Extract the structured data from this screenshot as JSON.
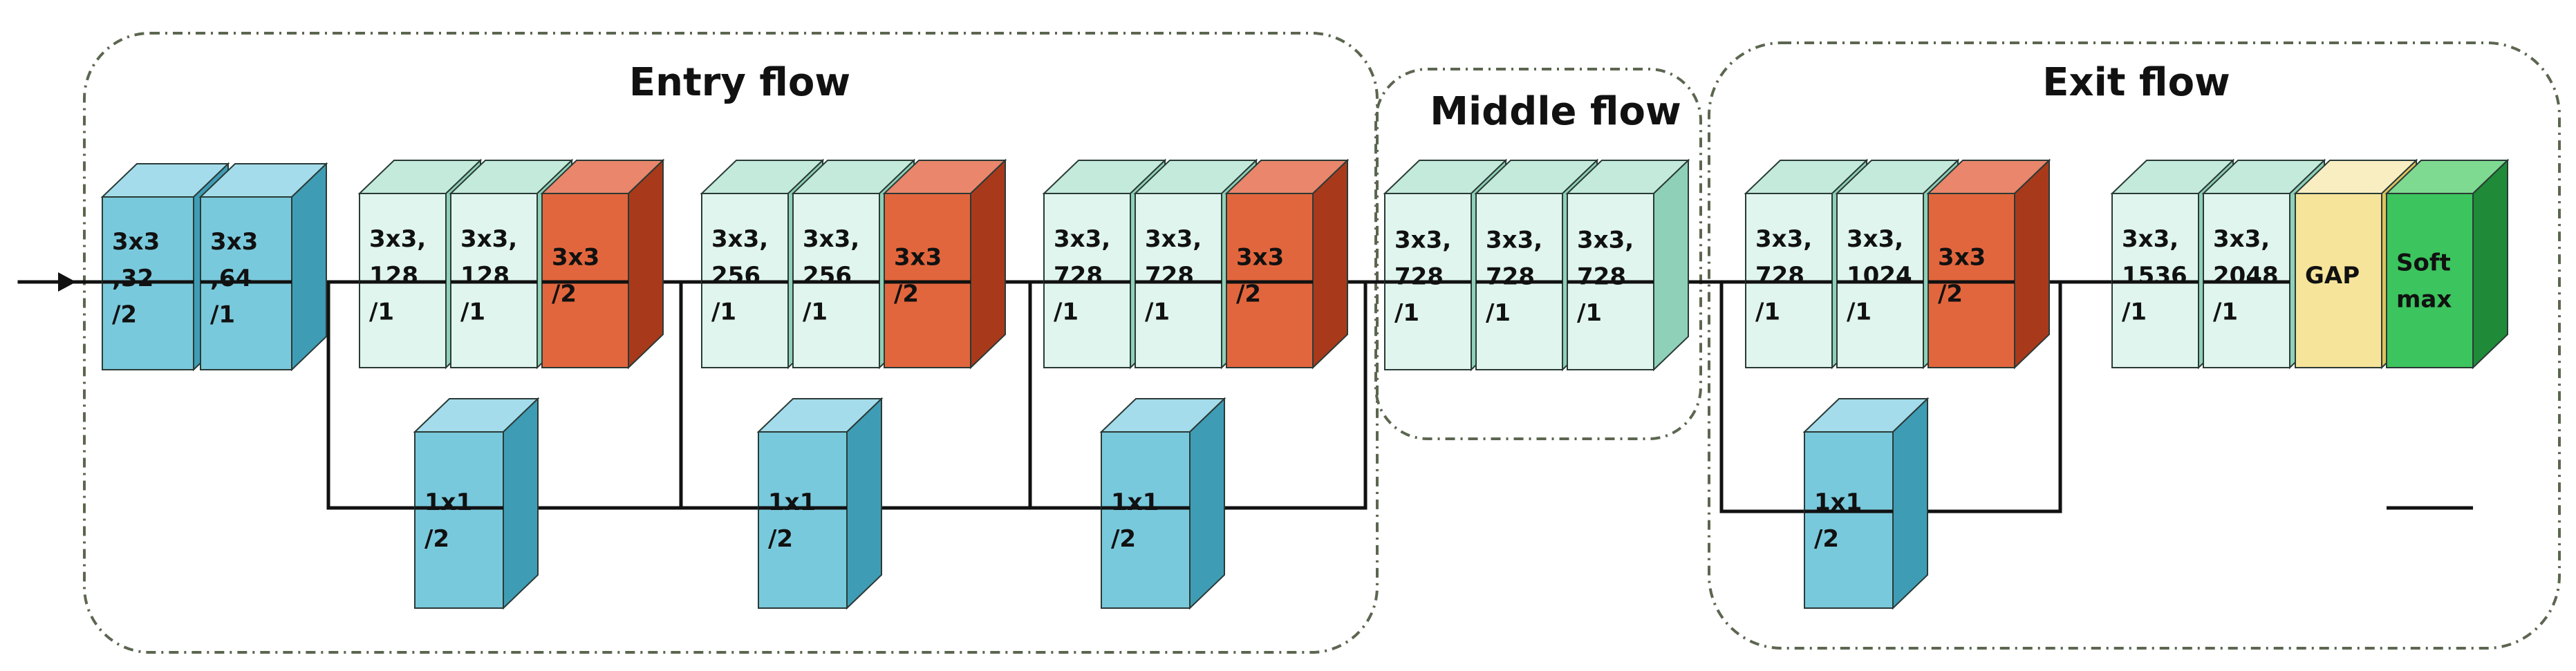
{
  "sections": [
    {
      "id": "entry",
      "title": "Entry flow"
    },
    {
      "id": "middle",
      "title": "Middle flow"
    },
    {
      "id": "exit",
      "title": "Exit flow"
    }
  ],
  "colors": {
    "blue": {
      "front": "#79c9dc",
      "top": "#a4dceb",
      "side": "#3f9cb5"
    },
    "light": {
      "front": "#dff5ee",
      "top": "#c3eadb",
      "side": "#8fd0b8"
    },
    "orange": {
      "front": "#e2663d",
      "top": "#e9866b",
      "side": "#a9391b"
    },
    "yellow": {
      "front": "#f6e49a",
      "top": "#f8eec2",
      "side": "#ddc35e"
    },
    "green": {
      "front": "#3cc45e",
      "top": "#7ed991",
      "side": "#1f8a38"
    }
  },
  "blocks": [
    {
      "id": "c1",
      "lines": [
        "3x3",
        ",32",
        "/2"
      ],
      "color": "blue"
    },
    {
      "id": "c2",
      "lines": [
        "3x3",
        ",64",
        "/1"
      ],
      "color": "blue"
    },
    {
      "id": "e1a",
      "lines": [
        "3x3,",
        "128",
        "/1"
      ],
      "color": "light"
    },
    {
      "id": "e1b",
      "lines": [
        "3x3,",
        "128",
        "/1"
      ],
      "color": "light"
    },
    {
      "id": "e1p",
      "lines": [
        "3x3",
        "/2"
      ],
      "color": "orange"
    },
    {
      "id": "e2a",
      "lines": [
        "3x3,",
        "256",
        "/1"
      ],
      "color": "light"
    },
    {
      "id": "e2b",
      "lines": [
        "3x3,",
        "256",
        "/1"
      ],
      "color": "light"
    },
    {
      "id": "e2p",
      "lines": [
        "3x3",
        "/2"
      ],
      "color": "orange"
    },
    {
      "id": "e3a",
      "lines": [
        "3x3,",
        "728",
        "/1"
      ],
      "color": "light"
    },
    {
      "id": "e3b",
      "lines": [
        "3x3,",
        "728",
        "/1"
      ],
      "color": "light"
    },
    {
      "id": "e3p",
      "lines": [
        "3x3",
        "/2"
      ],
      "color": "orange"
    },
    {
      "id": "m1",
      "lines": [
        "3x3,",
        "728",
        "/1"
      ],
      "color": "light"
    },
    {
      "id": "m2",
      "lines": [
        "3x3,",
        "728",
        "/1"
      ],
      "color": "light"
    },
    {
      "id": "m3",
      "lines": [
        "3x3,",
        "728",
        "/1"
      ],
      "color": "light"
    },
    {
      "id": "x1",
      "lines": [
        "3x3,",
        "728",
        "/1"
      ],
      "color": "light"
    },
    {
      "id": "x2",
      "lines": [
        "3x3,",
        "1024",
        "/1"
      ],
      "color": "light"
    },
    {
      "id": "xp",
      "lines": [
        "3x3",
        "/2"
      ],
      "color": "orange"
    },
    {
      "id": "x3",
      "lines": [
        "3x3,",
        "1536",
        "/1"
      ],
      "color": "light"
    },
    {
      "id": "x4",
      "lines": [
        "3x3,",
        "2048",
        "/1"
      ],
      "color": "light"
    },
    {
      "id": "gap",
      "lines": [
        "GAP"
      ],
      "color": "yellow"
    },
    {
      "id": "soft",
      "lines": [
        "Soft",
        "max"
      ],
      "color": "green"
    },
    {
      "id": "s1",
      "lines": [
        "1x1",
        "/2"
      ],
      "color": "blue"
    },
    {
      "id": "s2",
      "lines": [
        "1x1",
        "/2"
      ],
      "color": "blue"
    },
    {
      "id": "s3",
      "lines": [
        "1x1",
        "/2"
      ],
      "color": "blue"
    },
    {
      "id": "s4",
      "lines": [
        "1x1",
        "/2"
      ],
      "color": "blue"
    }
  ]
}
